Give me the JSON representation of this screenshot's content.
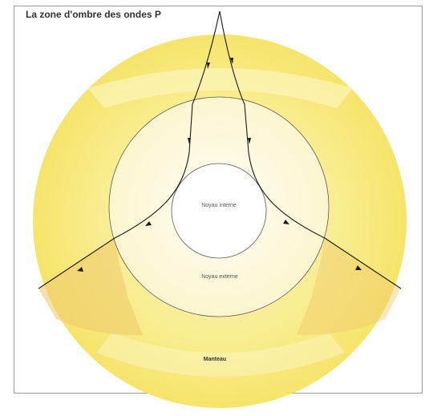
{
  "title": "La zone d'ombre des ondes P",
  "labels": {
    "inner_core": "Noyau interne",
    "outer_core": "Noyau externe",
    "mantle": "Manteau"
  },
  "colors": {
    "mantle": "#f7e97a",
    "mantle_light": "#fbf3b8",
    "shadow_zone": "#f0cf78",
    "outer_core": "#fdf8df",
    "inner_core": "#ffffff",
    "ray": "#1a1a1a",
    "frame": "#9a9a9a"
  }
}
